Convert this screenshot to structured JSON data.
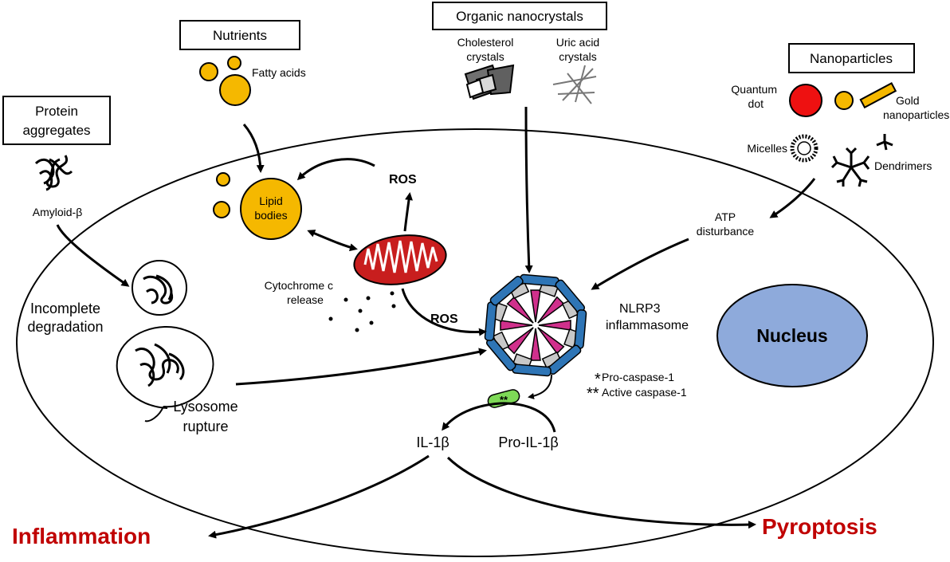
{
  "boxes": {
    "protein_aggregates": [
      "Protein",
      "aggregates"
    ],
    "nutrients": "Nutrients",
    "organic_nanocrystals": "Organic nanocrystals",
    "nanoparticles": "Nanoparticles"
  },
  "labels": {
    "amyloid_beta": "Amyloid-β",
    "fatty_acids": "Fatty acids",
    "cholesterol_crystals": [
      "Cholesterol",
      "crystals"
    ],
    "uric_acid_crystals": [
      "Uric acid",
      "crystals"
    ],
    "quantum_dot": [
      "Quantum",
      "dot"
    ],
    "gold_nanoparticles": [
      "Gold",
      "nanoparticles"
    ],
    "micelles": "Micelles",
    "dendrimers": "Dendrimers",
    "lipid_bodies": [
      "Lipid",
      "bodies"
    ],
    "ros_top": "ROS",
    "ros_mid": "ROS",
    "cytochrome": [
      "Cytochrome c",
      "release"
    ],
    "incomplete_degradation": [
      "Incomplete",
      "degradation"
    ],
    "lysosome_rupture": [
      "Lysosome",
      "rupture"
    ],
    "atp_disturbance": [
      "ATP",
      "disturbance"
    ],
    "nlrp3": [
      "NLRP3",
      "inflammasome"
    ],
    "nucleus": "Nucleus",
    "pro_caspase_star": "*",
    "pro_caspase": "Pro-caspase-1",
    "active_caspase_star": "**",
    "active_caspase": "Active caspase-1",
    "caspase_marker": "**",
    "il1b": "IL-1β",
    "pro_il1b": "Pro-IL-1β",
    "inflammation": "Inflammation",
    "pyroptosis": "Pyroptosis"
  },
  "colors": {
    "lipid": "#F5B800",
    "mito": "#C81E1E",
    "nucleus": "#8EAADB",
    "inflammasome_pink": "#D0308C",
    "inflammasome_blue": "#2E75B6",
    "inflammasome_grey": "#C8C8C8",
    "caspase_green": "#7ED957",
    "quantum_dot": "#EE1111",
    "outcome_red": "#C00000"
  }
}
